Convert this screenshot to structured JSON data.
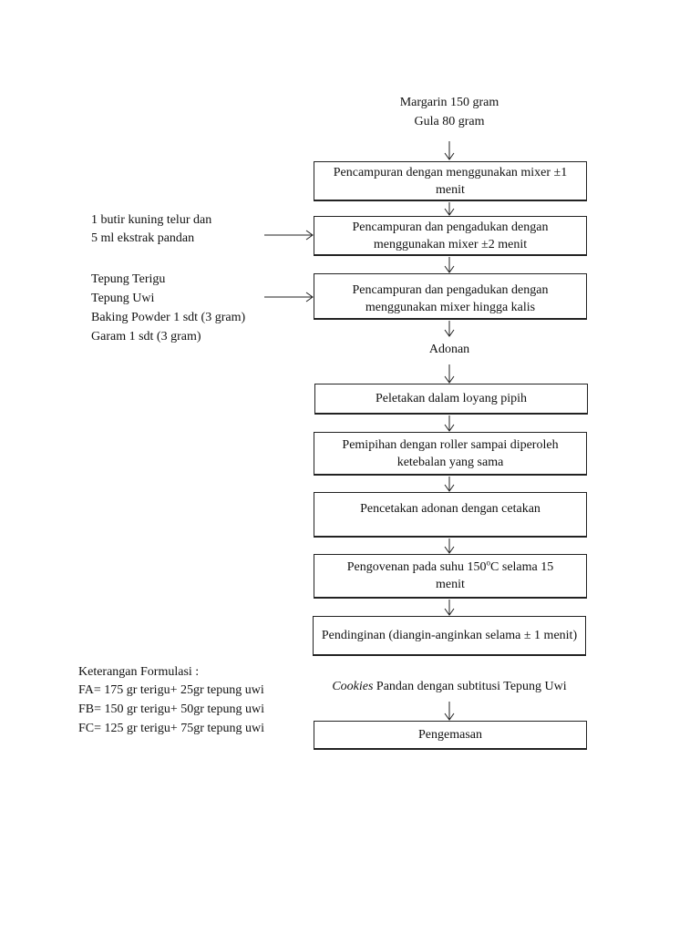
{
  "inputs": {
    "top": [
      "Margarin 150 gram",
      "Gula 80 gram"
    ],
    "egg": [
      "1 butir kuning telur dan",
      "5 ml ekstrak pandan"
    ],
    "flour": [
      "Tepung Terigu",
      "Tepung Uwi",
      "Baking Powder 1 sdt (3 gram)",
      "Garam 1 sdt (3 gram)"
    ]
  },
  "steps": {
    "mix1": "Pencampuran  dengan menggunakan mixer ±1 menit",
    "mix2": "Pencampuran dan pengadukan dengan menggunakan mixer ±2 menit",
    "mix3": "Pencampuran dan pengadukan dengan menggunakan mixer hingga kalis",
    "place": "Peletakan dalam loyang pipih",
    "flatten": "Pemipihan dengan roller sampai diperoleh ketebalan yang sama",
    "mold": "Pencetakan adonan dengan cetakan",
    "oven_pre": "Pengovenan pada suhu 150",
    "oven_sup": "o",
    "oven_post": "C selama 15 menit",
    "cool": "Pendinginan (diangin-anginkan selama ± 1 menit)",
    "pack": "Pengemasan"
  },
  "intermediates": {
    "dough": "Adonan",
    "product_italic": "Cookies",
    "product_rest": " Pandan dengan subtitusi Tepung Uwi"
  },
  "legend": {
    "title": "Keterangan Formulasi :",
    "items": [
      "FA= 175 gr terigu+ 25gr tepung uwi",
      "FB= 150 gr terigu+ 50gr tepung uwi",
      "FC= 125 gr terigu+ 75gr tepung uwi"
    ]
  }
}
